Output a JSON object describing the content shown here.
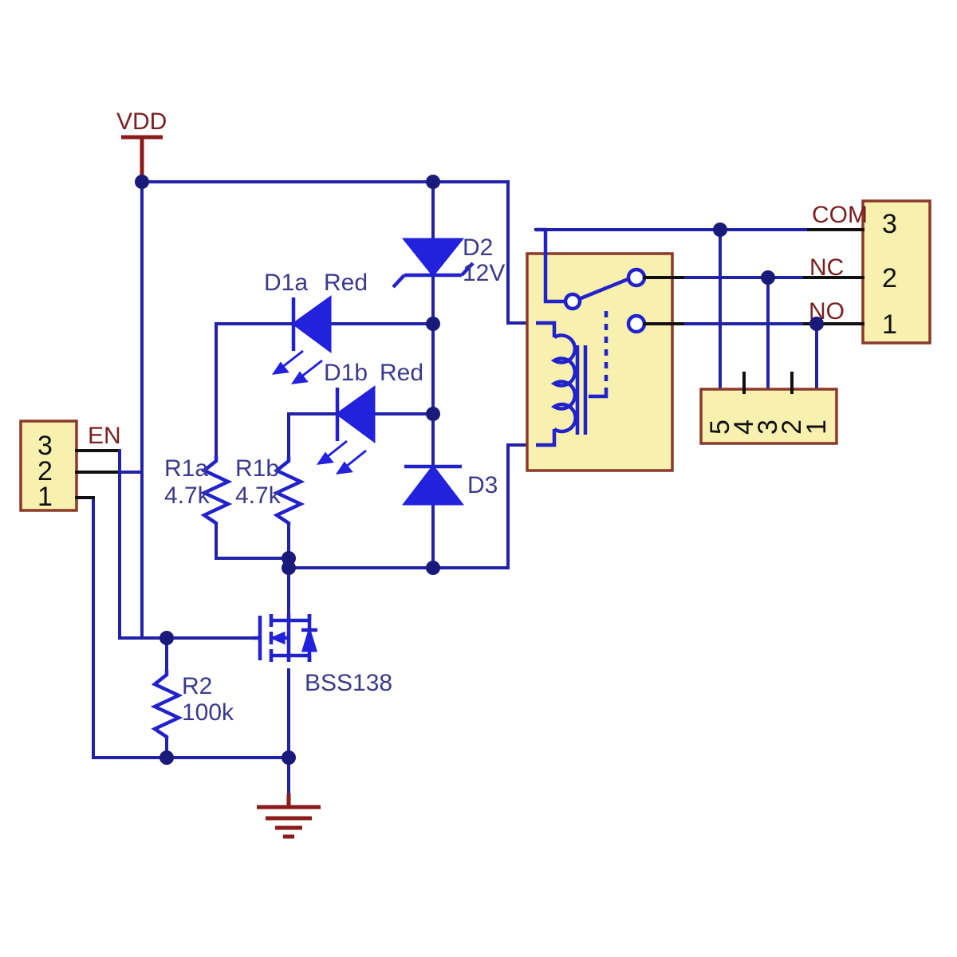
{
  "diagram": {
    "title": "Relay driver schematic",
    "colors": {
      "wire": "#2222a8",
      "wire_black": "#101010",
      "symbol": "#2222cc",
      "power_red": "#8b1a1a",
      "box_fill": "#f7f0ae",
      "box_stroke": "#8b3a2a",
      "label_blue": "#3a3a8c",
      "label_red": "#7a1f1f",
      "junction": "#1a1a7a"
    }
  },
  "nets": {
    "vdd_label": "VDD",
    "en_label": "EN",
    "ground_label": ""
  },
  "components": {
    "d1a": {
      "ref": "D1a",
      "type": "Red",
      "name": "led-d1a"
    },
    "d1b": {
      "ref": "D1b",
      "type": "Red",
      "name": "led-d1b"
    },
    "d2": {
      "ref": "D2",
      "value": "12V",
      "name": "zener-d2"
    },
    "d3": {
      "ref": "D3",
      "value": "",
      "name": "diode-d3"
    },
    "r1a": {
      "ref": "R1a",
      "value": "4.7k"
    },
    "r1b": {
      "ref": "R1b",
      "value": "4.7k"
    },
    "r2": {
      "ref": "R2",
      "value": "100k"
    },
    "q1": {
      "ref": "BSS138"
    },
    "k1": {
      "ref": ""
    }
  },
  "connectors": {
    "input_header": {
      "name": "input-3pin-header",
      "pins": [
        "3",
        "2",
        "1"
      ],
      "signal_labels": [
        "EN"
      ]
    },
    "relay_header": {
      "name": "relay-output-3pin-header",
      "pins": [
        "3",
        "2",
        "1"
      ],
      "signal_labels": [
        "COM",
        "NC",
        "NO"
      ]
    },
    "screw_header": {
      "name": "screw-terminal-5pin",
      "pins": [
        "5",
        "4",
        "3",
        "2",
        "1"
      ]
    }
  }
}
